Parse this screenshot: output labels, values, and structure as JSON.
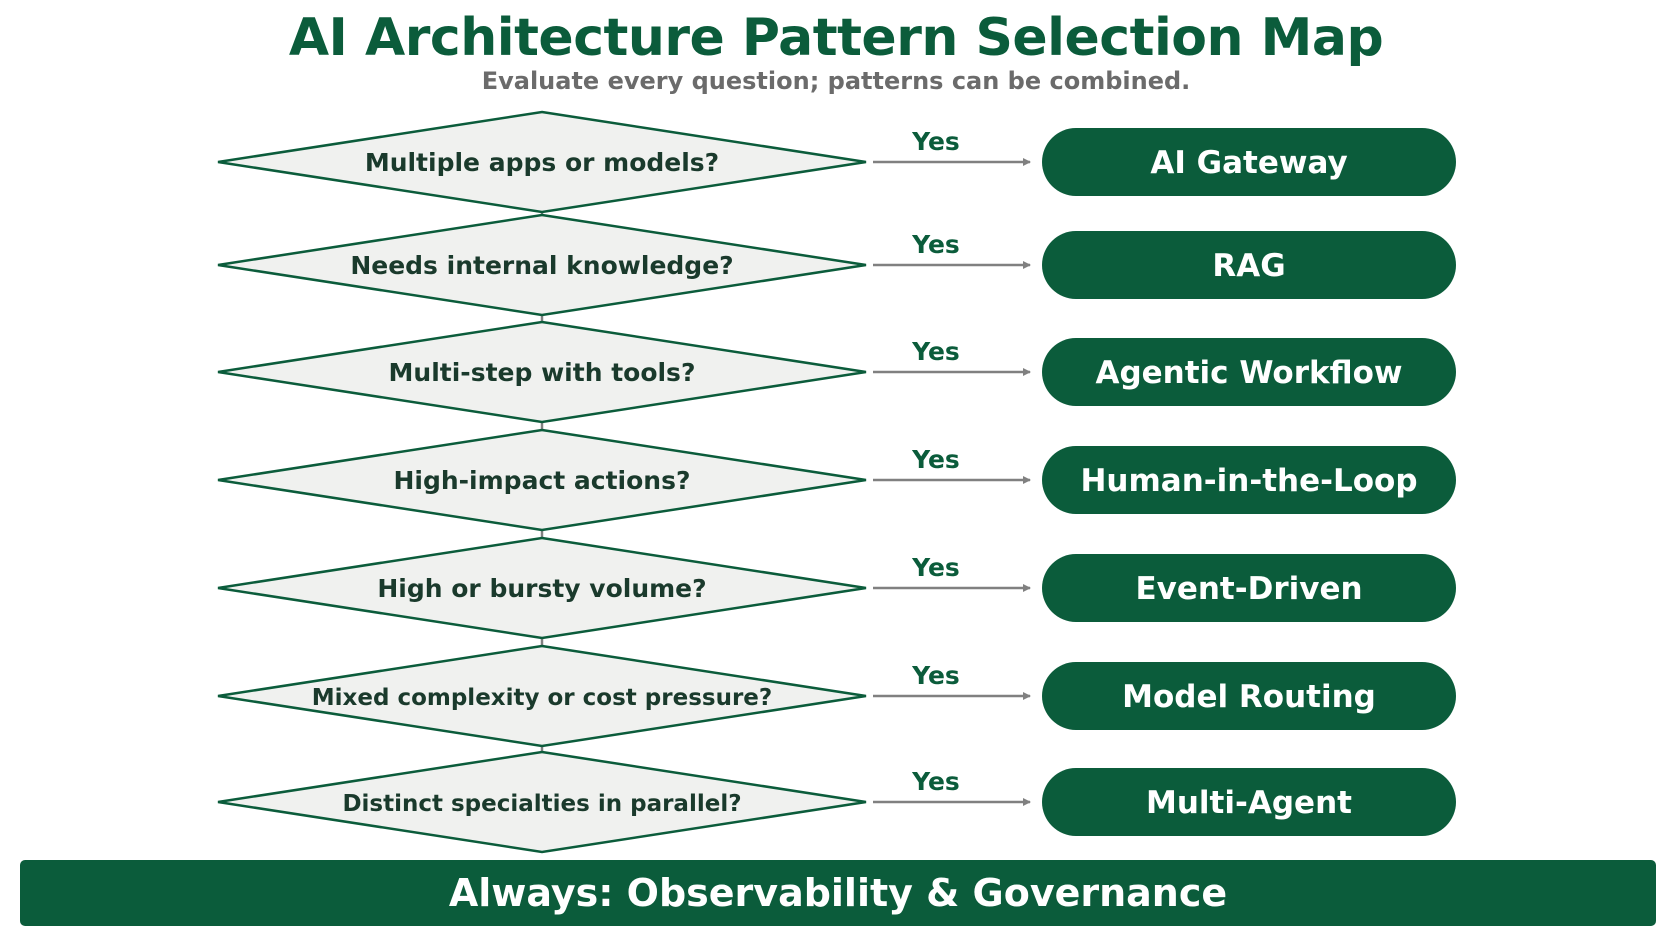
{
  "header": {
    "title": "AI Architecture Pattern Selection Map",
    "subtitle": "Evaluate every question; patterns can be combined."
  },
  "steps": [
    {
      "question": "Multiple apps or models?",
      "answer": "Yes",
      "pattern": "AI Gateway"
    },
    {
      "question": "Needs internal knowledge?",
      "answer": "Yes",
      "pattern": "RAG"
    },
    {
      "question": "Multi-step with tools?",
      "answer": "Yes",
      "pattern": "Agentic Workflow"
    },
    {
      "question": "High-impact actions?",
      "answer": "Yes",
      "pattern": "Human-in-the-Loop"
    },
    {
      "question": "High or bursty volume?",
      "answer": "Yes",
      "pattern": "Event-Driven"
    },
    {
      "question": "Mixed complexity or cost pressure?",
      "answer": "Yes",
      "pattern": "Model Routing"
    },
    {
      "question": "Distinct specialties in parallel?",
      "answer": "Yes",
      "pattern": "Multi-Agent"
    }
  ],
  "footer": {
    "label": "Always: Observability & Governance"
  },
  "colors": {
    "brand_green": "#0b5c3b",
    "diamond_fill": "#f0f1ef",
    "connector_gray": "#808080"
  }
}
